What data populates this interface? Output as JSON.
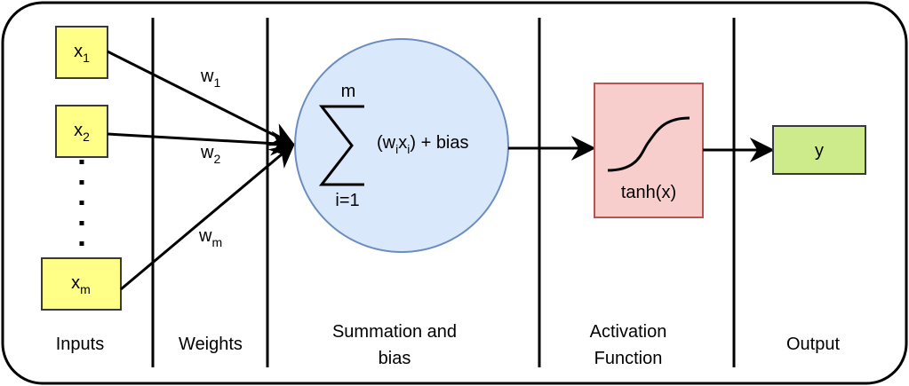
{
  "inputs": [
    {
      "base": "x",
      "sub": "1"
    },
    {
      "base": "x",
      "sub": "2"
    },
    {
      "base": "x",
      "sub": "m"
    }
  ],
  "weights": [
    {
      "base": "w",
      "sub": "1"
    },
    {
      "base": "w",
      "sub": "2"
    },
    {
      "base": "w",
      "sub": "m"
    }
  ],
  "summation": {
    "upper": "m",
    "lower": "i=1",
    "expr_open": "(w",
    "expr_sub_i": "i",
    "expr_x": "x",
    "expr_sub_i2": "i",
    "expr_close": ") + bias"
  },
  "activation": {
    "label": "tanh(x)"
  },
  "output": {
    "label": "y"
  },
  "sections": {
    "inputs": "Inputs",
    "weights": "Weights",
    "summation_line1": "Summation and",
    "summation_line2": "bias",
    "activation_line1": "Activation",
    "activation_line2": "Function",
    "output": "Output"
  },
  "colors": {
    "input_fill": "#ffff88",
    "input_stroke": "#36393d",
    "circle_fill": "#dae8fc",
    "circle_stroke": "#6c8ebf",
    "activation_fill": "#f8cecc",
    "activation_stroke": "#b85450",
    "output_fill": "#cdeb8b",
    "output_stroke": "#36393d"
  }
}
